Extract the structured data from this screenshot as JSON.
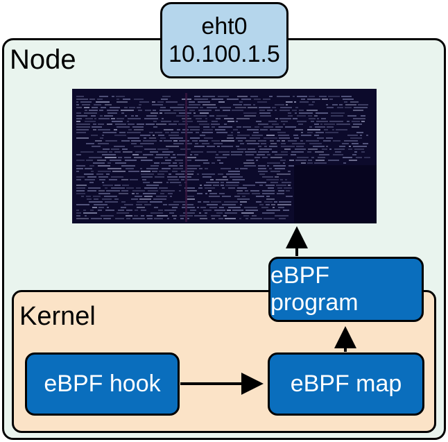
{
  "node": {
    "label": "Node"
  },
  "nic": {
    "name": "eht0",
    "ip": "10.100.1.5"
  },
  "kernel": {
    "label": "Kernel"
  },
  "program": {
    "label": "eBPF program"
  },
  "hook": {
    "label": "eBPF hook"
  },
  "map": {
    "label": "eBPF map"
  },
  "colors": {
    "node_bg": "#e9f4ee",
    "kernel_bg": "#fbe3c7",
    "nic_bg": "#b5d6ec",
    "component_bg": "#0a6ebd",
    "terminal_bg": "#0c0a2b"
  }
}
